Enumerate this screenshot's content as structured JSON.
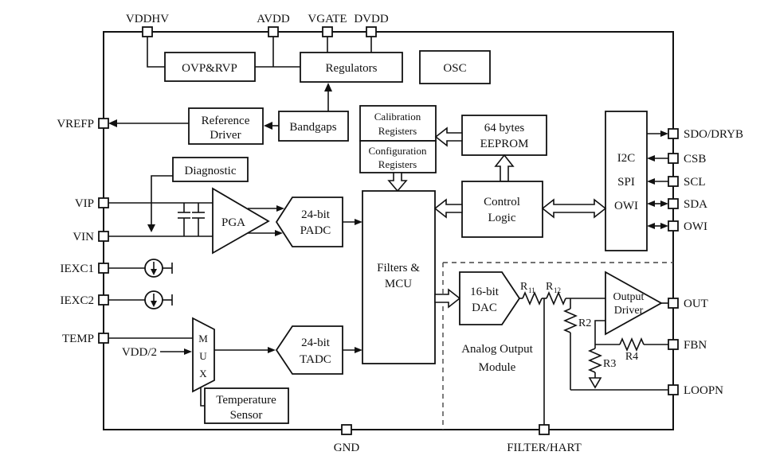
{
  "diagram": {
    "pins": {
      "top": [
        {
          "label": "VDDHV"
        },
        {
          "label": "AVDD"
        },
        {
          "label": "VGATE"
        },
        {
          "label": "DVDD"
        }
      ],
      "left": [
        {
          "label": "VREFP"
        },
        {
          "label": "VIP"
        },
        {
          "label": "VIN"
        },
        {
          "label": "IEXC1"
        },
        {
          "label": "IEXC2"
        },
        {
          "label": "TEMP"
        }
      ],
      "right": [
        {
          "label": "SDO/DRYB"
        },
        {
          "label": "CSB"
        },
        {
          "label": "SCL"
        },
        {
          "label": "SDA"
        },
        {
          "label": "OWI"
        },
        {
          "label": "OUT"
        },
        {
          "label": "FBN"
        },
        {
          "label": "LOOPN"
        }
      ],
      "bottom": [
        {
          "label": "GND"
        },
        {
          "label": "FILTER/HART"
        }
      ]
    },
    "blocks": {
      "ovp_rvp": {
        "label": "OVP&RVP"
      },
      "regulators": {
        "label": "Regulators"
      },
      "osc": {
        "label": "OSC"
      },
      "reference_driver": {
        "l1": "Reference",
        "l2": "Driver"
      },
      "bandgaps": {
        "label": "Bandgaps"
      },
      "calibration_registers": {
        "l1": "Calibration",
        "l2": "Registers"
      },
      "configuration_registers": {
        "l1": "Configuration",
        "l2": "Registers"
      },
      "eeprom": {
        "l1": "64 bytes",
        "l2": "EEPROM"
      },
      "interface": {
        "l1": "I2C",
        "l2": "SPI",
        "l3": "OWI"
      },
      "control_logic": {
        "l1": "Control",
        "l2": "Logic"
      },
      "filters_mcu": {
        "l1": "Filters &",
        "l2": "MCU"
      },
      "diagnostic": {
        "label": "Diagnostic"
      },
      "pga": {
        "label": "PGA"
      },
      "padc": {
        "l1": "24-bit",
        "l2": "PADC"
      },
      "tadc": {
        "l1": "24-bit",
        "l2": "TADC"
      },
      "dac": {
        "l1": "16-bit",
        "l2": "DAC"
      },
      "output_driver": {
        "l1": "Output",
        "l2": "Driver"
      },
      "mux": {
        "l1": "M",
        "l2": "U",
        "l3": "X"
      },
      "temperature_sensor": {
        "l1": "Temperature",
        "l2": "Sensor"
      },
      "analog_output_module": {
        "l1": "Analog Output",
        "l2": "Module"
      }
    },
    "labels": {
      "vdd_half": "VDD/2",
      "r11_base": "R",
      "r11_sub": "11",
      "r12_base": "R",
      "r12_sub": "12",
      "r2": "R2",
      "r3": "R3",
      "r4": "R4"
    },
    "colors": {
      "stroke": "#111111",
      "background": "#ffffff"
    }
  }
}
